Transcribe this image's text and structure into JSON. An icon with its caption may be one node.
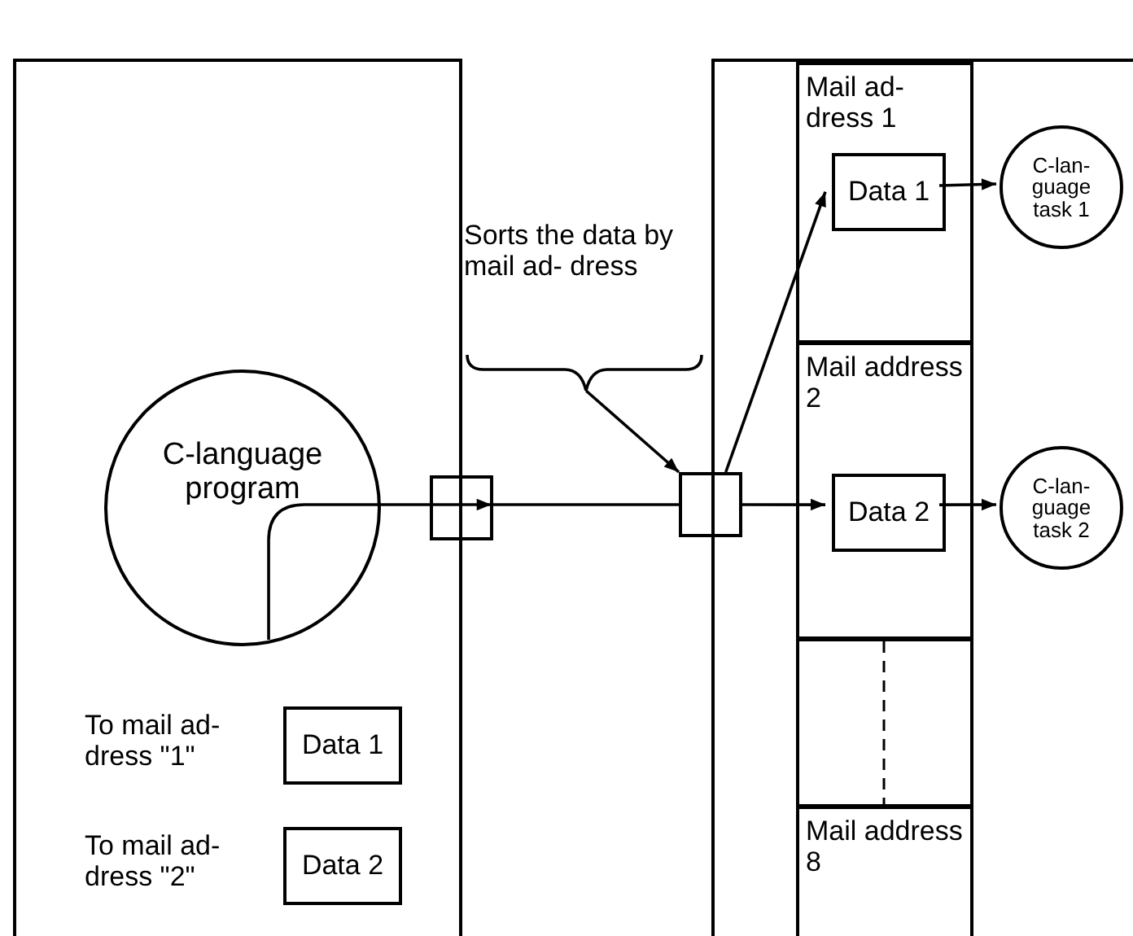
{
  "diagram": {
    "nodes": [
      {
        "text": [],
        "shape": "box"
      },
      {
        "text": [
          "C-language program"
        ],
        "in": 0
      },
      {
        "text": [
          "Data 1"
        ],
        "in": 0,
        "beside": [
          "To mail ad- dress \"1\""
        ]
      },
      {
        "text": [
          "Data 2"
        ],
        "in": 0,
        "beside": [
          "To mail ad- dress \"2\""
        ]
      },
      {
        "text": [],
        "shape": "box"
      },
      {
        "text": [],
        "shape": "box"
      },
      {
        "text": [],
        "shape": "box"
      },
      {
        "text": [
          "Mail ad- dress 1"
        ],
        "in": 5
      },
      {
        "text": [
          "Data 1"
        ],
        "in": 7
      },
      {
        "text": [
          "Mail address 2"
        ],
        "in": 5
      },
      {
        "text": [
          "Data 2"
        ],
        "in": 9
      },
      {
        "text": [],
        "shape": "box",
        "in": 5
      },
      {
        "text": [
          "Mail address 8"
        ],
        "in": 5
      },
      {
        "text": [
          "C-lan- guage task 1"
        ],
        "in": 5
      },
      {
        "text": [
          "C-lan- guage task 2"
        ],
        "in": 5
      },
      {
        "text": [
          "Sorts the data by mail ad- dress"
        ]
      }
    ],
    "edges": [
      {
        "from": 1,
        "to": 4,
        "arrow": "to"
      },
      {
        "from": 4,
        "to": 6,
        "arrow": "none"
      },
      {
        "from": 6,
        "to": 8,
        "arrow": "to"
      },
      {
        "from": 6,
        "to": 10,
        "arrow": "to"
      },
      {
        "from": 8,
        "to": 13,
        "arrow": "to"
      },
      {
        "from": 10,
        "to": 14,
        "arrow": "to"
      },
      {
        "from": 15,
        "to": 6,
        "arrow": "to"
      }
    ]
  }
}
